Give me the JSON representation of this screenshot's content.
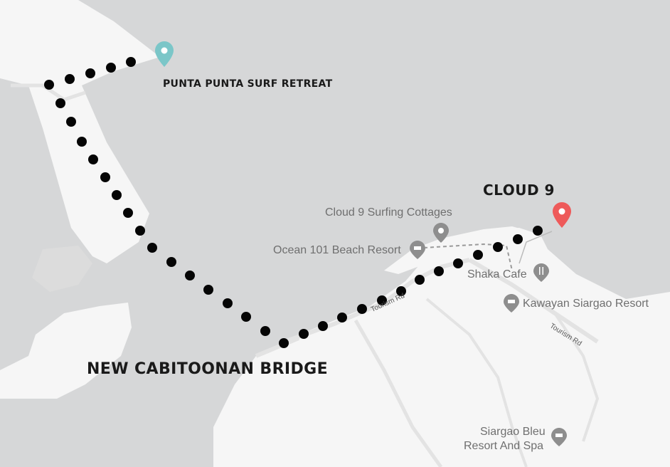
{
  "colors": {
    "water": "#d6d7d8",
    "land": "#f6f6f6",
    "road": "#e3e3e3",
    "route_dot": "#050505",
    "pin_origin": "#7bc6c8",
    "pin_destination": "#ee5a5a",
    "poi_icon": "#8e8e8e"
  },
  "places": {
    "punta_punta": "PUNTA PUNTA SURF RETREAT",
    "cloud9": "CLOUD 9",
    "bridge": "NEW CABITOONAN BRIDGE"
  },
  "pois": {
    "cottages": "Cloud 9 Surfing Cottages",
    "ocean101": "Ocean 101 Beach Resort",
    "shaka": "Shaka Cafe",
    "kawayan": "Kawayan Siargao Resort",
    "bleu_line1": "Siargao Bleu",
    "bleu_line2": "Resort And Spa"
  },
  "roads": {
    "tourism_rd": "Tourism Rd",
    "tourism_rd_short": "Tourism Rd"
  },
  "icons": {
    "origin": "map-pin",
    "destination": "map-pin",
    "cottages": "map-pin",
    "ocean101": "lodging",
    "shaka": "restaurant",
    "kawayan": "lodging",
    "bleu": "lodging"
  }
}
